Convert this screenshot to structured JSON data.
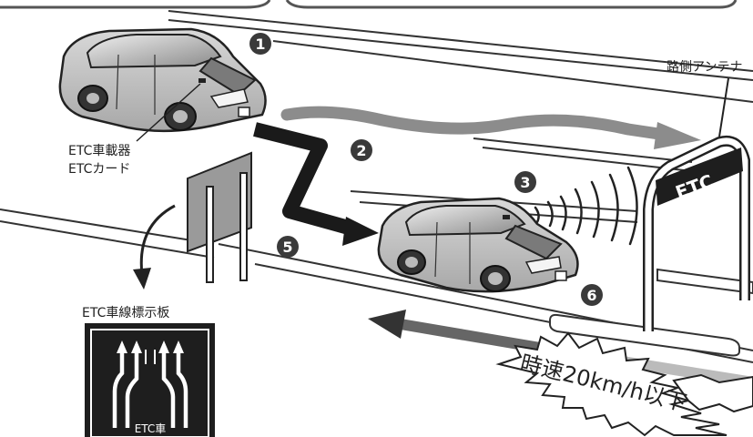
{
  "labels": {
    "antenna": "路側アンテナ",
    "onboard_unit": "ETC車載器",
    "card": "ETCカード",
    "sign_title": "ETC車線標示板",
    "sign_text": "ETC車",
    "gantry_text": "ETC",
    "speed_limit": "時速20km/h以下"
  },
  "steps": [
    "1",
    "2",
    "3",
    "5",
    "6"
  ],
  "colors": {
    "ink": "#222222",
    "car_body": "#c8c8c8",
    "gray_arrow": "#888888",
    "sign_bg": "#1e1e1e"
  }
}
